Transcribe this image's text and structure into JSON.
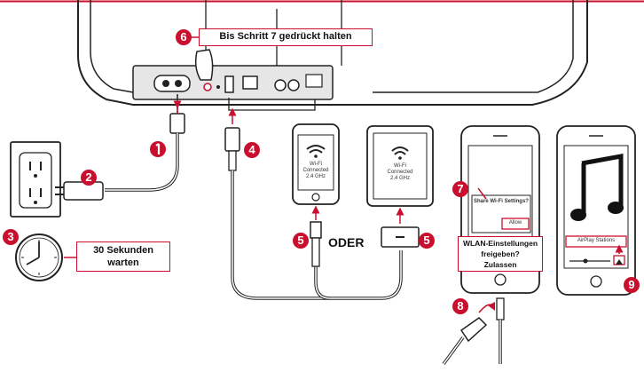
{
  "accent_color": "#c8102e",
  "steps": {
    "s2": "2",
    "s3": "3",
    "s4": "4",
    "s5": "5",
    "s6": "6",
    "s7": "7",
    "s8": "8",
    "s9": "9"
  },
  "callouts": {
    "hold_until_step7": "Bis Schritt 7 gedrückt halten",
    "wait_line1": "30 Sekunden",
    "wait_line2": "warten",
    "wlan_line1": "WLAN-Einstellungen",
    "wlan_line2": "freigeben?",
    "wlan_line3": "Zulassen"
  },
  "or_label": "ODER",
  "phone_screen": {
    "line1": "Wi-Fi",
    "line2": "Connected",
    "line3": "2.4 GHz"
  },
  "tablet_screen": {
    "line1": "Wi-Fi",
    "line2": "Connected",
    "line3": "2.4 GHz"
  },
  "share_dialog": {
    "title": "Share Wi-Fi Settings?",
    "allow": "Allow"
  },
  "airplay_screen": {
    "label": "AirPlay Stations"
  },
  "icons": [
    "power-port-icon",
    "wall-outlet-icon",
    "plug-icon",
    "clock-icon",
    "usb-cable-icon",
    "wifi-icon",
    "music-note-icon",
    "airplay-icon"
  ]
}
